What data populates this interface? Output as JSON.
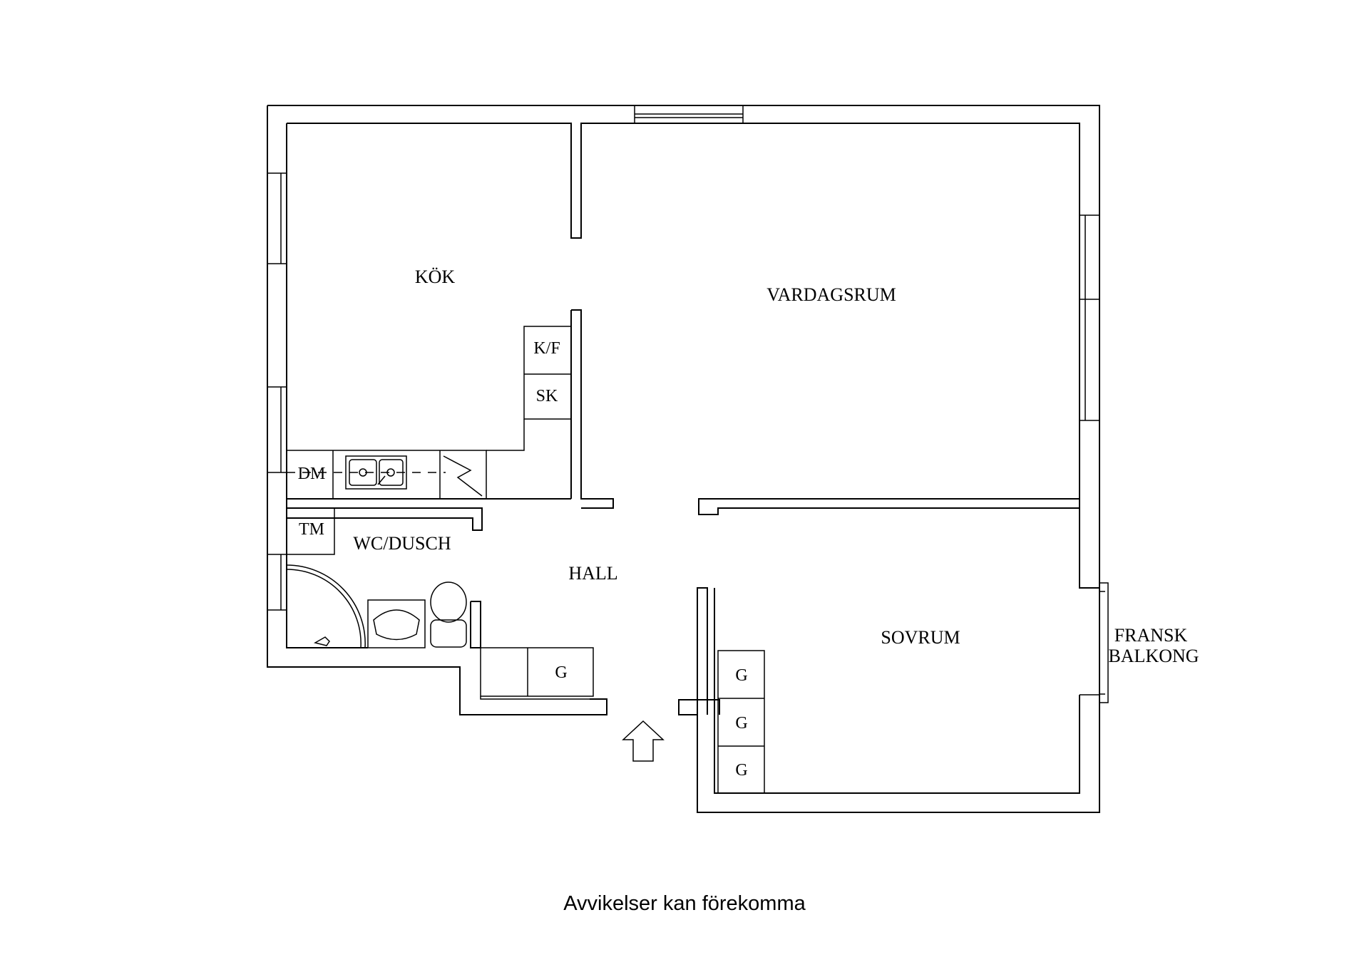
{
  "rooms": {
    "kok": "KÖK",
    "vardagsrum": "VARDAGSRUM",
    "wc_dusch": "WC/DUSCH",
    "hall": "HALL",
    "sovrum": "SOVRUM",
    "balcony_line1": "FRANSK",
    "balcony_line2": "BALKONG"
  },
  "fixtures": {
    "kf": "K/F",
    "sk": "SK",
    "dm": "DM",
    "tm": "TM",
    "hall_wardrobe": "G",
    "bedroom_wardrobe_1": "G",
    "bedroom_wardrobe_2": "G",
    "bedroom_wardrobe_3": "G"
  },
  "footer": {
    "disclaimer": "Avvikelser kan förekomma"
  }
}
